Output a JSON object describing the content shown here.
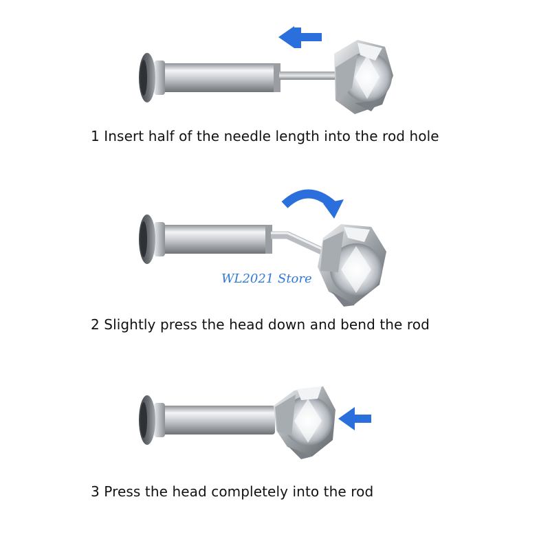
{
  "steps": [
    {
      "text": "1 Insert half of the needle length into the rod hole",
      "arrow": "left-arrow-icon"
    },
    {
      "text": "2 Slightly press the head down and bend the rod",
      "arrow": "curved-arrow-icon"
    },
    {
      "text": "3 Press the head completely into the rod",
      "arrow": "left-arrow-icon"
    }
  ],
  "watermark": "WL2021 Store",
  "colors": {
    "arrow": "#2a6fdc",
    "watermark": "#2f78d8",
    "text": "#111111",
    "metal": "#c8ccd0"
  }
}
